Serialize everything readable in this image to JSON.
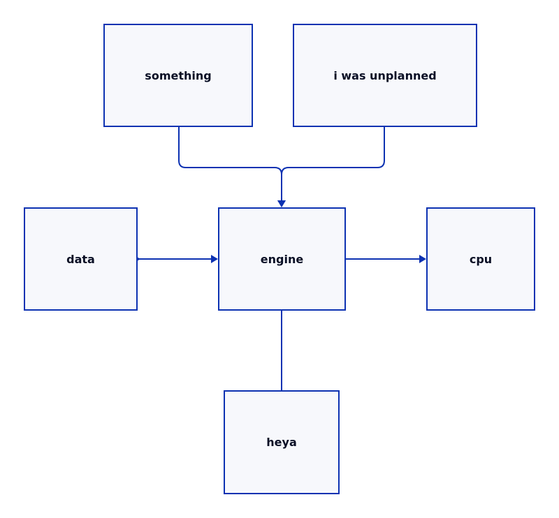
{
  "colors": {
    "stroke": "#0d32b2",
    "node_fill": "#f7f8fc",
    "text": "#0a0f25",
    "background": "#ffffff"
  },
  "nodes": {
    "something": "something",
    "unplanned": "i was unplanned",
    "data": "data",
    "engine": "engine",
    "cpu": "cpu",
    "heya": "heya"
  },
  "edges": [
    {
      "from": "something",
      "to": "engine",
      "direction": "forward"
    },
    {
      "from": "i was unplanned",
      "to": "engine",
      "direction": "forward"
    },
    {
      "from": "data",
      "to": "engine",
      "direction": "both"
    },
    {
      "from": "engine",
      "to": "cpu",
      "direction": "forward"
    },
    {
      "from": "engine",
      "to": "heya",
      "direction": "none"
    }
  ]
}
